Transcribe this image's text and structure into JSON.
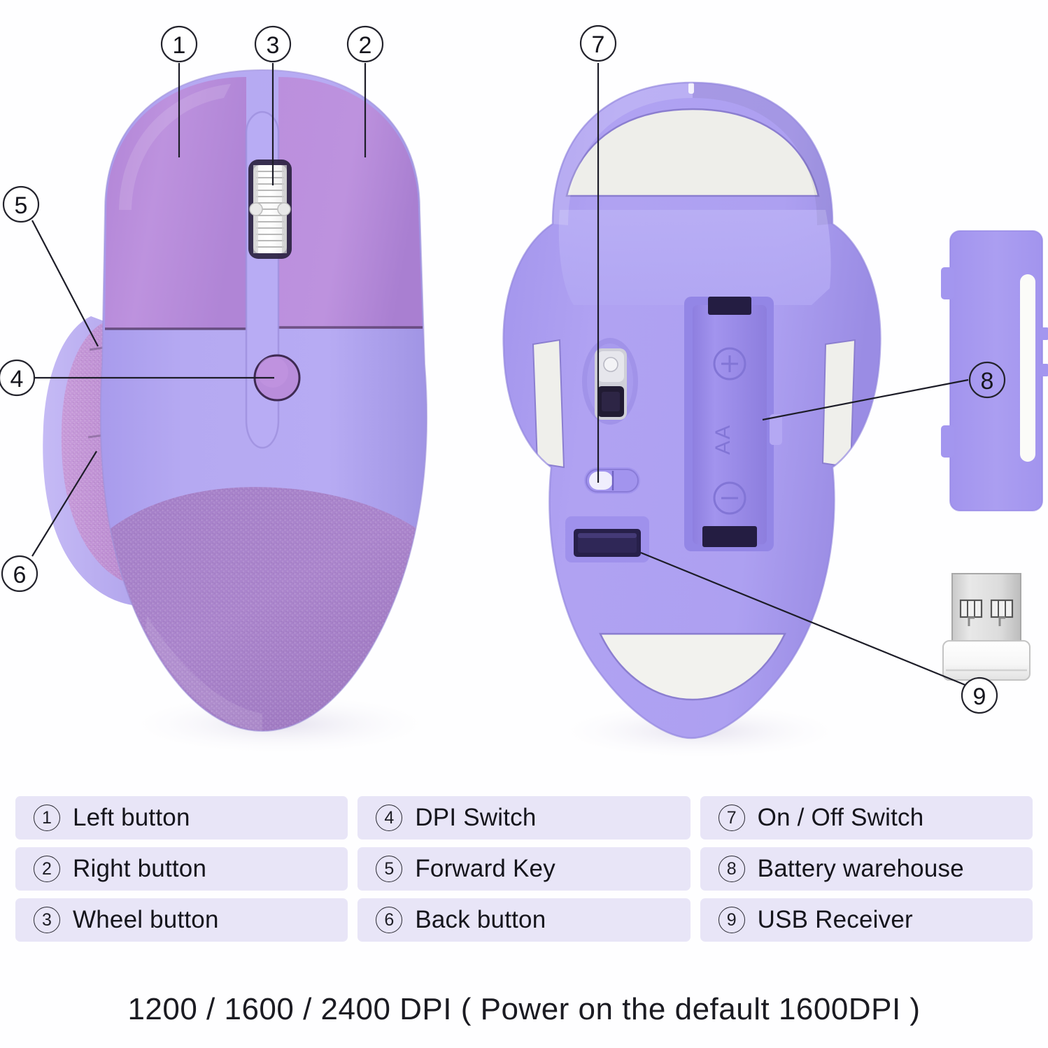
{
  "legend": {
    "items": [
      {
        "num": "1",
        "label": "Left button"
      },
      {
        "num": "4",
        "label": "DPI Switch"
      },
      {
        "num": "7",
        "label": "On / Off Switch"
      },
      {
        "num": "2",
        "label": "Right button"
      },
      {
        "num": "5",
        "label": "Forward Key"
      },
      {
        "num": "8",
        "label": "Battery warehouse"
      },
      {
        "num": "3",
        "label": "Wheel button"
      },
      {
        "num": "6",
        "label": "Back button"
      },
      {
        "num": "9",
        "label": "USB Receiver"
      }
    ]
  },
  "caption": {
    "text": "1200 / 1600 / 2400 DPI ( Power on the default 1600DPI )"
  },
  "callouts": {
    "c1": "1",
    "c2": "2",
    "c3": "3",
    "c4": "4",
    "c5": "5",
    "c6": "6",
    "c7": "7",
    "c8": "8",
    "c9": "9"
  },
  "colors": {
    "button_purple": "#b98ddb",
    "body_light": "#b0a3ef",
    "palm_rest": "#a27fc6",
    "grip_texture": "#c08fd4",
    "bottom_body": "#ab9df0",
    "battery_cover": "#a79af0",
    "foot_pad": "#f2f2ee",
    "wheel_white": "#f4f4f4",
    "usb_silver": "#d8d8d8",
    "legend_pill": "#e8e5f7",
    "text_dark": "#15151c",
    "background": "#ffffff"
  },
  "product": {
    "views": [
      "top-view",
      "bottom-view",
      "battery-cover",
      "usb-receiver"
    ]
  }
}
